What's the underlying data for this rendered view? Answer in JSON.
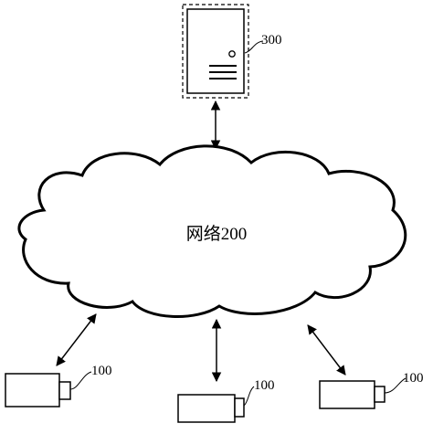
{
  "network": {
    "label": "网络200"
  },
  "server": {
    "label": "300"
  },
  "cameras": [
    {
      "label": "100"
    },
    {
      "label": "100"
    },
    {
      "label": "100"
    }
  ]
}
